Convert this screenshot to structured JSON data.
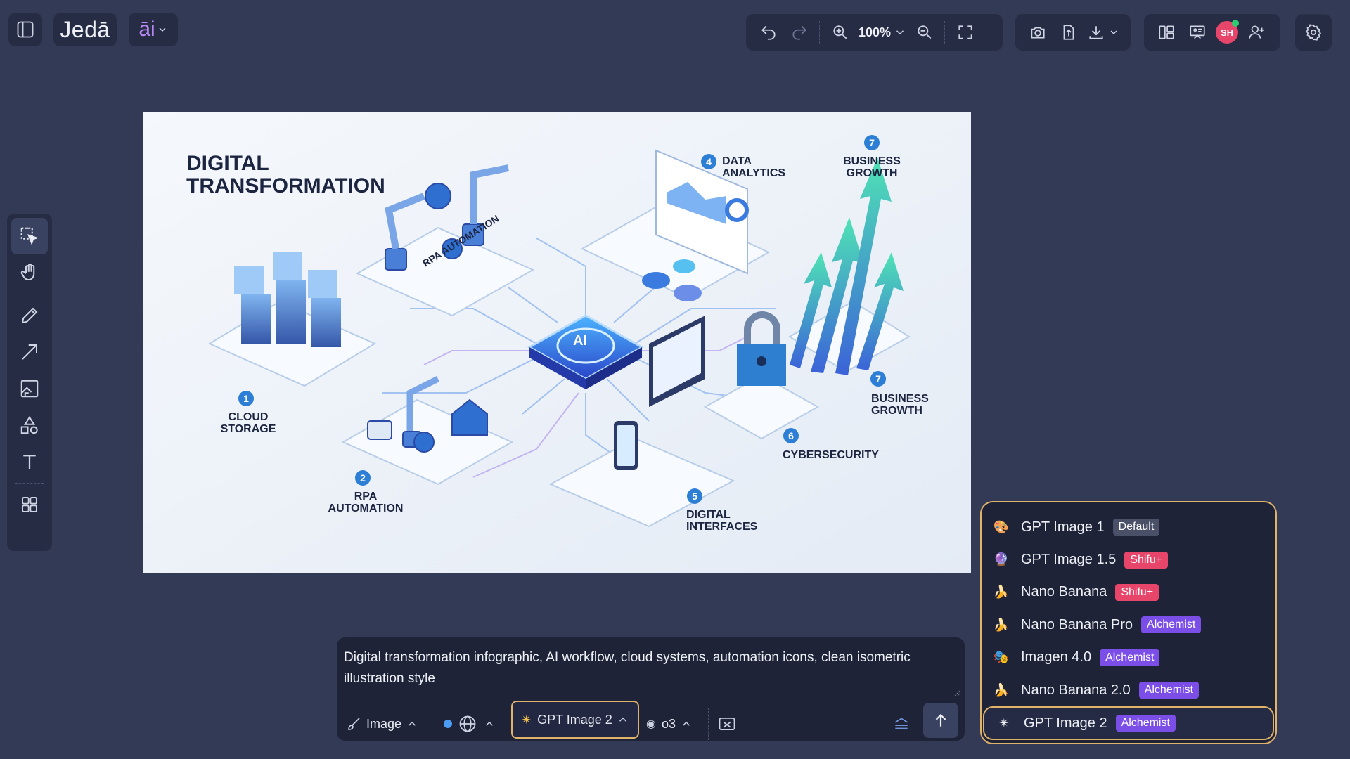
{
  "header": {
    "brand": "Jedā",
    "ai_menu_label": "āi",
    "zoom_level": "100%",
    "avatar_initials": "SH"
  },
  "canvas": {
    "title_line1": "DIGITAL",
    "title_line2": "TRANSFORMATION",
    "sections": [
      {
        "number": "1",
        "label_line1": "CLOUD",
        "label_line2": "STORAGE"
      },
      {
        "number": "2",
        "label_line1": "RPA",
        "label_line2": "AUTOMATION"
      },
      {
        "number": "4",
        "label_line1": "DATA",
        "label_line2": "ANALYTICS"
      },
      {
        "number": "5",
        "label_line1": "DIGITAL",
        "label_line2": "INTERFACES"
      },
      {
        "number": "6",
        "label_line1": "CYBERSECURITY",
        "label_line2": ""
      },
      {
        "number": "7",
        "label_line1": "BUSINESS",
        "label_line2": "GROWTH"
      },
      {
        "number": "7",
        "label_line1": "BUSINESS",
        "label_line2": "GROWTH"
      }
    ],
    "platform_label": "RPA AUTOMATION",
    "chip_label": "AI"
  },
  "model_menu": {
    "items": [
      {
        "label": "GPT Image 1",
        "badge": "Default",
        "badge_color": "#4a5068",
        "icon": "🎨"
      },
      {
        "label": "GPT Image 1.5",
        "badge": "Shifu+",
        "badge_color": "#e8456a",
        "icon": "🔮"
      },
      {
        "label": "Nano Banana",
        "badge": "Shifu+",
        "badge_color": "#e8456a",
        "icon": "🍌"
      },
      {
        "label": "Nano Banana Pro",
        "badge": "Alchemist",
        "badge_color": "#7b4ee8",
        "icon": "🍌"
      },
      {
        "label": "Imagen 4.0",
        "badge": "Alchemist",
        "badge_color": "#7b4ee8",
        "icon": "🎭"
      },
      {
        "label": "Nano Banana 2.0",
        "badge": "Alchemist",
        "badge_color": "#7b4ee8",
        "icon": "🍌"
      },
      {
        "label": "GPT Image 2",
        "badge": "Alchemist",
        "badge_color": "#7b4ee8",
        "icon": "✴"
      }
    ],
    "selected_index": 6
  },
  "prompt": {
    "text": "Digital transformation infographic, AI workflow, cloud systems, automation icons, clean isometric illustration style",
    "mode_label": "Image",
    "model_label": "GPT Image 2",
    "reasoning_label": "o3"
  },
  "colors": {
    "background": "#323a56",
    "panel": "#262c44",
    "accent_gold": "#e0b36a",
    "badge_alchemist": "#7b4ee8",
    "badge_shifu": "#e8456a"
  }
}
